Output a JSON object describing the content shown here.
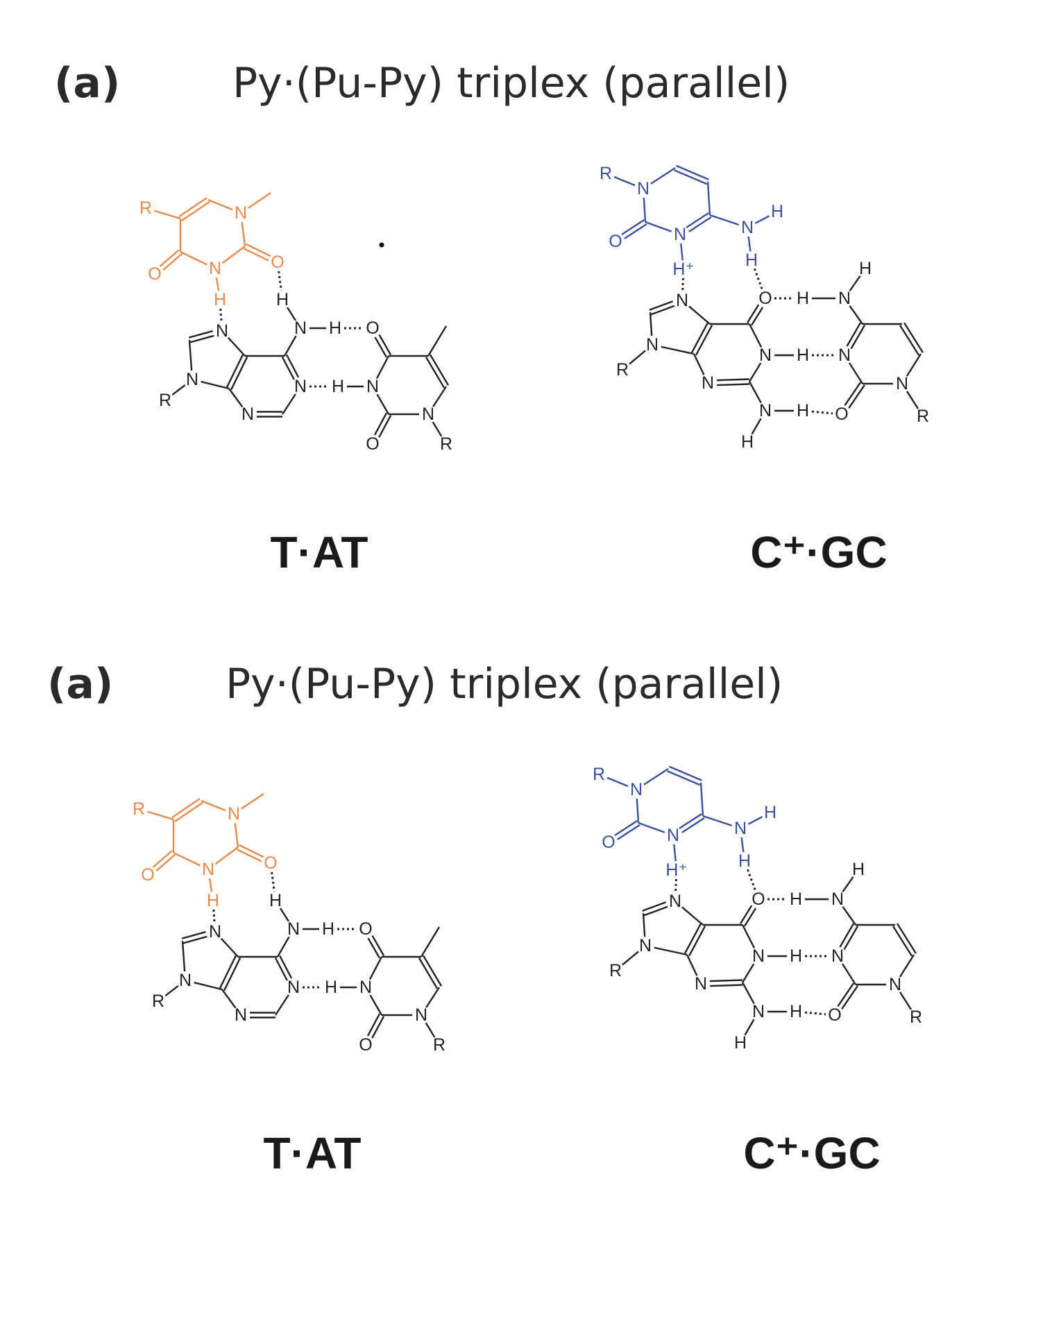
{
  "colors": {
    "third_strand_T": "#e8894a",
    "third_strand_C": "#3a4fa0",
    "duplex": "#222222"
  },
  "panels": [
    {
      "tag": "(a)",
      "title": "Py·(Pu-Py) triplex (parallel)",
      "tat_label": "T·AT",
      "cgc_label": "C⁺·GC",
      "tat_atoms": [
        "R",
        "N",
        "O",
        "N",
        "O",
        "H",
        "N",
        "N",
        "R",
        "N",
        "H",
        "H",
        "O",
        "N",
        "N",
        "H",
        "N",
        "N",
        "R",
        "O"
      ],
      "cgc_atoms": [
        "R",
        "N",
        "N",
        "H",
        "H",
        "N",
        "H⁺",
        "O",
        "N",
        "N",
        "R",
        "O",
        "N",
        "H",
        "N",
        "N",
        "H",
        "H",
        "N",
        "H",
        "H",
        "N",
        "R",
        "N",
        "O"
      ]
    },
    {
      "tag": "(a)",
      "title": "Py·(Pu-Py) triplex (parallel)",
      "tat_label": "T·AT",
      "cgc_label": "C⁺·GC",
      "tat_atoms": [
        "R",
        "N",
        "O",
        "N",
        "O",
        "H",
        "N",
        "N",
        "R",
        "N",
        "H",
        "H",
        "O",
        "N",
        "N",
        "H",
        "N",
        "N",
        "R",
        "O"
      ],
      "cgc_atoms": [
        "R",
        "N",
        "N",
        "H",
        "H",
        "N",
        "H⁺",
        "O",
        "N",
        "N",
        "R",
        "O",
        "N",
        "H",
        "N",
        "N",
        "H",
        "H",
        "N",
        "H",
        "H",
        "N",
        "R",
        "N",
        "O"
      ]
    }
  ]
}
